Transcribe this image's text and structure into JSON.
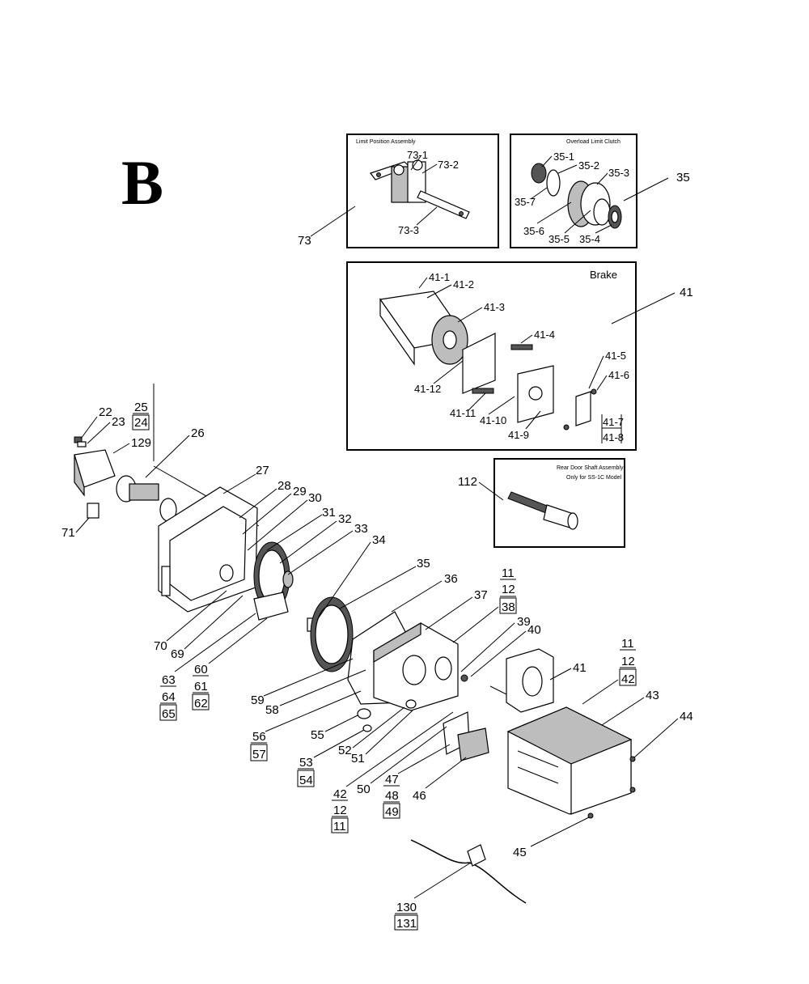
{
  "section_letter": "B",
  "insets": {
    "limit_switch": {
      "title": "Limit Position Assembly",
      "callout": "73",
      "labels": [
        "73-1",
        "73-2",
        "73-3"
      ]
    },
    "overload_clutch": {
      "title": "Overload Limit Clutch",
      "callout": "35",
      "labels": [
        "35-1",
        "35-2",
        "35-3",
        "35-7",
        "35-6",
        "35-5",
        "35-4"
      ]
    },
    "brake": {
      "title": "Brake",
      "callout": "41",
      "labels": [
        "41-1",
        "41-2",
        "41-3",
        "41-4",
        "41-5",
        "41-6",
        "41-12",
        "41-11",
        "41-10",
        "41-9",
        "41-7",
        "41-8"
      ]
    },
    "rear_drum_shaft": {
      "title": "Rear Door Shaft Assembly",
      "subtitle": "Only for SS-1C Model",
      "callout": "112"
    }
  },
  "callouts": {
    "c22": "22",
    "c23": "23",
    "c25": "25",
    "c24": "24",
    "c129": "129",
    "c26": "26",
    "c71": "71",
    "c27": "27",
    "c28": "28",
    "c29": "29",
    "c30": "30",
    "c31": "31",
    "c32": "32",
    "c33": "33",
    "c34": "34",
    "c35": "35",
    "c36": "36",
    "c37": "37",
    "c11a": "11",
    "c12a": "12",
    "c38": "38",
    "c39": "39",
    "c40": "40",
    "c41": "41",
    "c11b": "11",
    "c12b": "12",
    "c42a": "42",
    "c43": "43",
    "c44": "44",
    "c45": "45",
    "c70": "70",
    "c69": "69",
    "c63": "63",
    "c64": "64",
    "c65": "65",
    "c60": "60",
    "c61": "61",
    "c62": "62",
    "c59": "59",
    "c58": "58",
    "c56": "56",
    "c57": "57",
    "c55": "55",
    "c52": "52",
    "c51": "51",
    "c53": "53",
    "c54": "54",
    "c42b": "42",
    "c12c": "12",
    "c11c": "11",
    "c50": "50",
    "c47": "47",
    "c48": "48",
    "c49": "49",
    "c46": "46",
    "c130": "130",
    "c131": "131"
  }
}
